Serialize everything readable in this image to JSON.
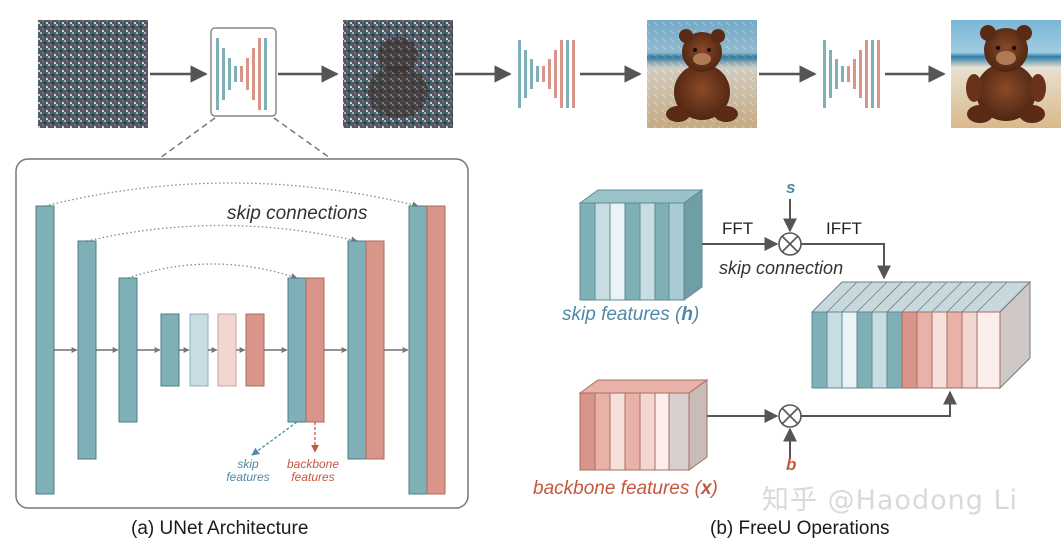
{
  "diagram": {
    "top_pipeline": {
      "images": [
        {
          "id": "noise-input",
          "description_icon": "noise-image"
        },
        {
          "id": "partially-denoised-1",
          "description_icon": "noisy-teddy-image"
        },
        {
          "id": "partially-denoised-2",
          "description_icon": "teddy-image"
        },
        {
          "id": "final-output",
          "description_icon": "teddy-image"
        }
      ],
      "unet_icon_count": 3
    },
    "unet_architecture": {
      "skip_label": "skip connections",
      "annotation_skip": [
        "skip",
        "features"
      ],
      "annotation_backbone": [
        "backbone",
        "features"
      ],
      "caption": "(a) UNet Architecture"
    },
    "freeu_operations": {
      "scale_s": "s",
      "scale_b": "b",
      "fft_label": "FFT",
      "ifft_label": "IFFT",
      "skip_connection_label": "skip connection",
      "skip_features_label": "skip features (",
      "skip_features_var": "h",
      "skip_features_close": ")",
      "backbone_features_label": "backbone features (",
      "backbone_features_var": "x",
      "backbone_features_close": ")",
      "caption": "(b) FreeU Operations"
    },
    "watermark": "知乎 @Haodong Li"
  },
  "colors": {
    "teal": "#7fb0b8",
    "teal_light": "#c7dde2",
    "salmon": "#d9958a",
    "salmon_light": "#f1d6d1",
    "blue_text": "#4e8aa7",
    "red_text": "#c5573f",
    "arrow": "#555555"
  }
}
